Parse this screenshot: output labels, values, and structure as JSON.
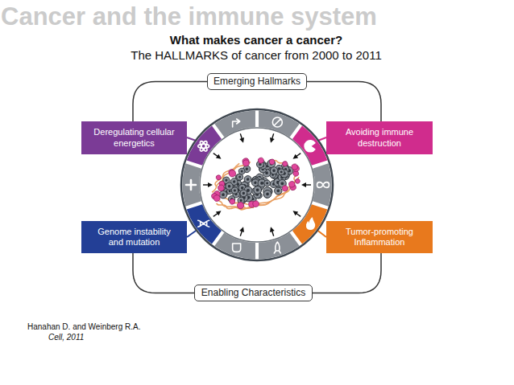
{
  "diagram": {
    "title": "Cancer and the immune system",
    "nodes": [
      {
        "text": [
          "Emerging Hallmarks"
        ]
      },
      {
        "text": [
          "Deregulating cellular energetics"
        ]
      },
      {
        "text": [
          "Avoiding immune destruction"
        ]
      },
      {
        "text": [
          "Genome instability and mutation"
        ]
      },
      {
        "text": [
          "Tumor-promoting Inflammation"
        ]
      },
      {
        "text": [
          "Enabling Characteristics"
        ]
      }
    ],
    "edges": [
      {
        "from": 0,
        "to": 1,
        "arrow": "none"
      },
      {
        "from": 0,
        "to": 2,
        "arrow": "none"
      },
      {
        "from": 5,
        "to": 3,
        "arrow": "none"
      },
      {
        "from": 5,
        "to": 4,
        "arrow": "none"
      }
    ],
    "labels": [
      "What makes cancer a cancer?",
      "The HALLMARKS of cancer from 2000 to 2011",
      "Hanahan D. and Weinberg R.A.",
      "Cell, 2011"
    ]
  }
}
